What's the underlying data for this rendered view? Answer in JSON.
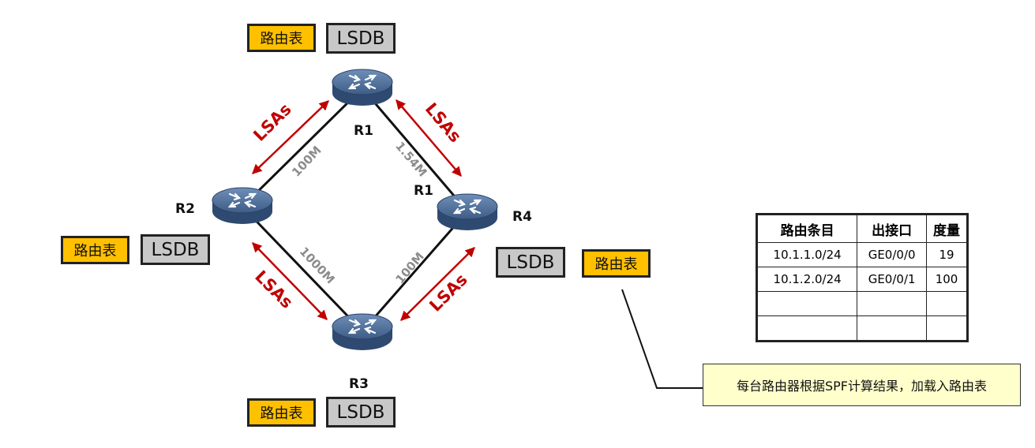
{
  "boxes": {
    "routing_table": "路由表",
    "lsdb": "LSDB"
  },
  "routers": {
    "r1": "R1",
    "r2": "R2",
    "r3": "R3",
    "r4": "R4",
    "r4_extra": "R1"
  },
  "links": {
    "r1_r2": "100M",
    "r1_r4": "1.54M",
    "r2_r3": "1000M",
    "r3_r4": "100M"
  },
  "lsa_label": "LSAs",
  "table": {
    "headers": [
      "路由条目",
      "出接口",
      "度量"
    ],
    "rows": [
      [
        "10.1.1.0/24",
        "GE0/0/0",
        "19"
      ],
      [
        "10.1.2.0/24",
        "GE0/0/1",
        "100"
      ],
      [
        "",
        "",
        ""
      ],
      [
        "",
        "",
        ""
      ]
    ]
  },
  "note": "每台路由器根据SPF计算结果，加载入路由表",
  "colors": {
    "routing_table_fill": "#ffc000",
    "lsdb_fill": "#c8c8c8",
    "lsa_arrow": "#c00000",
    "router_body": "#4a6a94",
    "note_fill": "#ffffcc"
  }
}
